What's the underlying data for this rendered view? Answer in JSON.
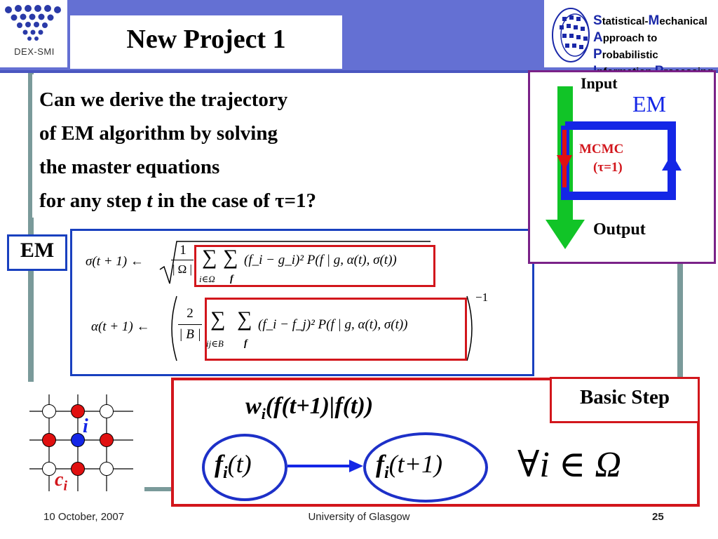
{
  "header": {
    "title": "New Project 1",
    "left_logo_text": "DEX-SMI",
    "right_logo_lines": [
      {
        "cap": "S",
        "rest": "tatistical-",
        "cap2": "M",
        "rest2": "echanical"
      },
      {
        "cap": "A",
        "rest": "pproach to ",
        "cap2": "P",
        "rest2": "robabilistic"
      },
      {
        "cap": "I",
        "rest": "nformation ",
        "cap2": "P",
        "rest2": "rocessing"
      }
    ]
  },
  "question": {
    "line1": "Can we derive the trajectory",
    "line2": "of EM algorithm by solving",
    "line3": "the master equations",
    "line4_pre": "for any step ",
    "line4_t": "t",
    "line4_post": " in the case of τ=1?"
  },
  "em_panel": {
    "label": "EM",
    "sigma_lhs": "σ(t + 1) ←",
    "sigma_frac_num": "1",
    "sigma_frac_den": "| Ω |",
    "sigma_sum1": "∑",
    "sigma_sum1_sub": "i∈Ω",
    "sigma_sum2": "∑",
    "sigma_sum2_sub": "f",
    "sigma_body": "(f_i − g_i)² P(f | g, α(t), σ(t))",
    "alpha_lhs": "α(t + 1) ←",
    "alpha_frac_num": "2",
    "alpha_frac_den": "| B |",
    "alpha_sum1": "∑",
    "alpha_sum1_sub": "ij∈B",
    "alpha_sum2": "∑",
    "alpha_sum2_sub": "f",
    "alpha_body": "(f_i − f_j)² P(f | g, α(t), σ(t))",
    "alpha_exponent": "−1"
  },
  "diagram": {
    "input": "Input",
    "em": "EM",
    "mcmc": "MCMC",
    "tau": "(τ=1)",
    "output": "Output"
  },
  "lattice": {
    "label_i": "i",
    "label_c": "c",
    "label_c_sub": "i"
  },
  "basic_step": {
    "label": "Basic Step",
    "w": "w",
    "w_sub": "i",
    "w_args": "(f(t+1)|f(t))",
    "left_f": "f",
    "left_sub": "i",
    "left_args": "(t)",
    "right_f": "f",
    "right_sub": "i",
    "right_args": "(t+1)",
    "forall": "∀i ∈ Ω"
  },
  "footer": {
    "date": "10 October, 2007",
    "institution": "University of Glasgow",
    "page": "25"
  },
  "colors": {
    "band": "#6470d3",
    "blue": "#1940bf",
    "red": "#d2161c",
    "green": "#11c427",
    "purple": "#7a2288",
    "grey_bar": "#7a9a9a"
  }
}
